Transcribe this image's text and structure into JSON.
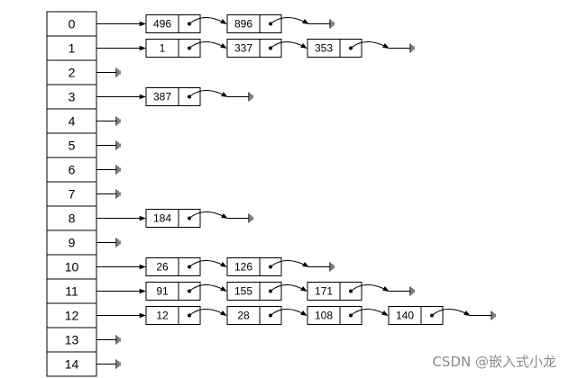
{
  "table": {
    "slots": [
      {
        "index": "0",
        "chain": [
          "496",
          "896"
        ]
      },
      {
        "index": "1",
        "chain": [
          "1",
          "337",
          "353"
        ]
      },
      {
        "index": "2",
        "chain": []
      },
      {
        "index": "3",
        "chain": [
          "387"
        ]
      },
      {
        "index": "4",
        "chain": []
      },
      {
        "index": "5",
        "chain": []
      },
      {
        "index": "6",
        "chain": []
      },
      {
        "index": "7",
        "chain": []
      },
      {
        "index": "8",
        "chain": [
          "184"
        ]
      },
      {
        "index": "9",
        "chain": []
      },
      {
        "index": "10",
        "chain": [
          "26",
          "126"
        ]
      },
      {
        "index": "11",
        "chain": [
          "91",
          "155",
          "171"
        ]
      },
      {
        "index": "12",
        "chain": [
          "12",
          "28",
          "108",
          "140"
        ]
      },
      {
        "index": "13",
        "chain": []
      },
      {
        "index": "14",
        "chain": []
      }
    ]
  },
  "watermark": "CSDN @嵌入式小龙",
  "colors": {
    "line": "#000000",
    "fill": "#ffffff",
    "watermark": "#8a8a8a"
  }
}
